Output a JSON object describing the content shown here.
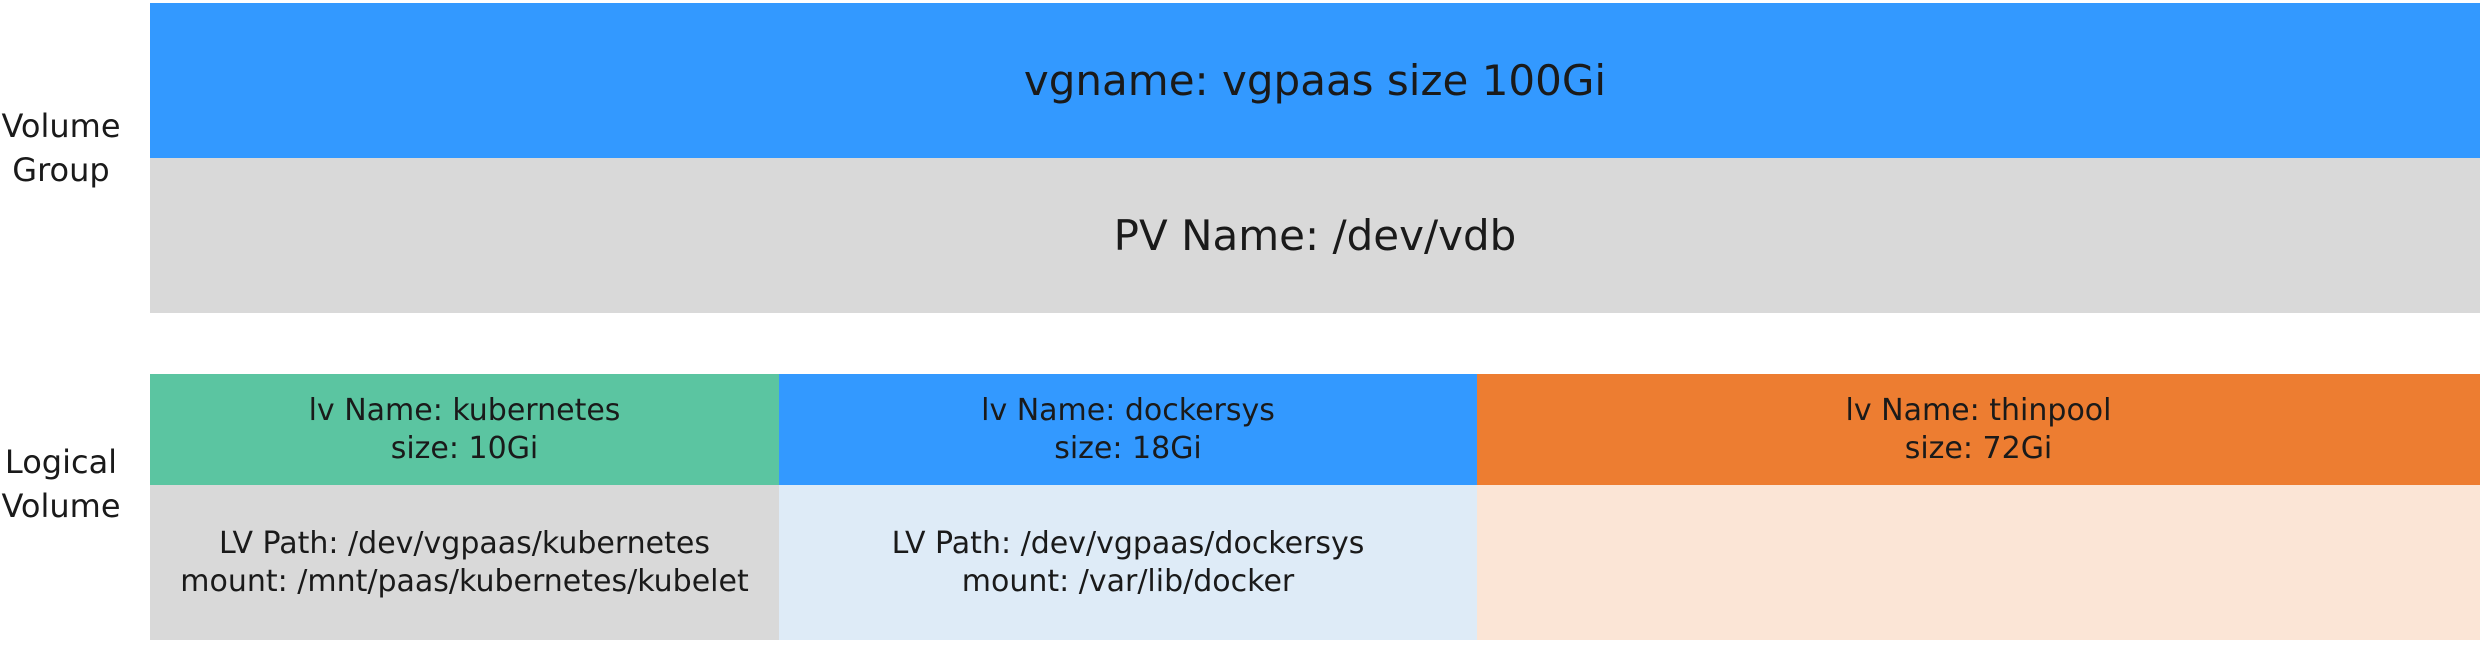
{
  "labels": {
    "volume_group": "Volume\nGroup",
    "logical_volume": "Logical\nVolume"
  },
  "volume_group": {
    "header": "vgname: vgpaas size 100Gi",
    "pv": "PV Name: /dev/vdb"
  },
  "logical_volumes": [
    {
      "name": "lv Name: kubernetes",
      "size": "size: 10Gi",
      "path": "LV Path: /dev/vgpaas/kubernetes",
      "mount": "mount: /mnt/paas/kubernetes/kubelet"
    },
    {
      "name": "lv Name: dockersys",
      "size": "size: 18Gi",
      "path": "LV Path: /dev/vgpaas/dockersys",
      "mount": "mount: /var/lib/docker"
    },
    {
      "name": "lv Name: thinpool",
      "size": "size: 72Gi",
      "path": "",
      "mount": ""
    }
  ],
  "colors": {
    "vg_header": "#3399FF",
    "pv_row": "#D9D9D9",
    "lv_kubernetes_head": "#5BC5A1",
    "lv_kubernetes_body": "#D9D9D9",
    "lv_dockersys_head": "#3399FF",
    "lv_dockersys_body": "#DEEBF7",
    "lv_thinpool_head": "#ED7D31",
    "lv_thinpool_body": "#FBE5D6"
  }
}
